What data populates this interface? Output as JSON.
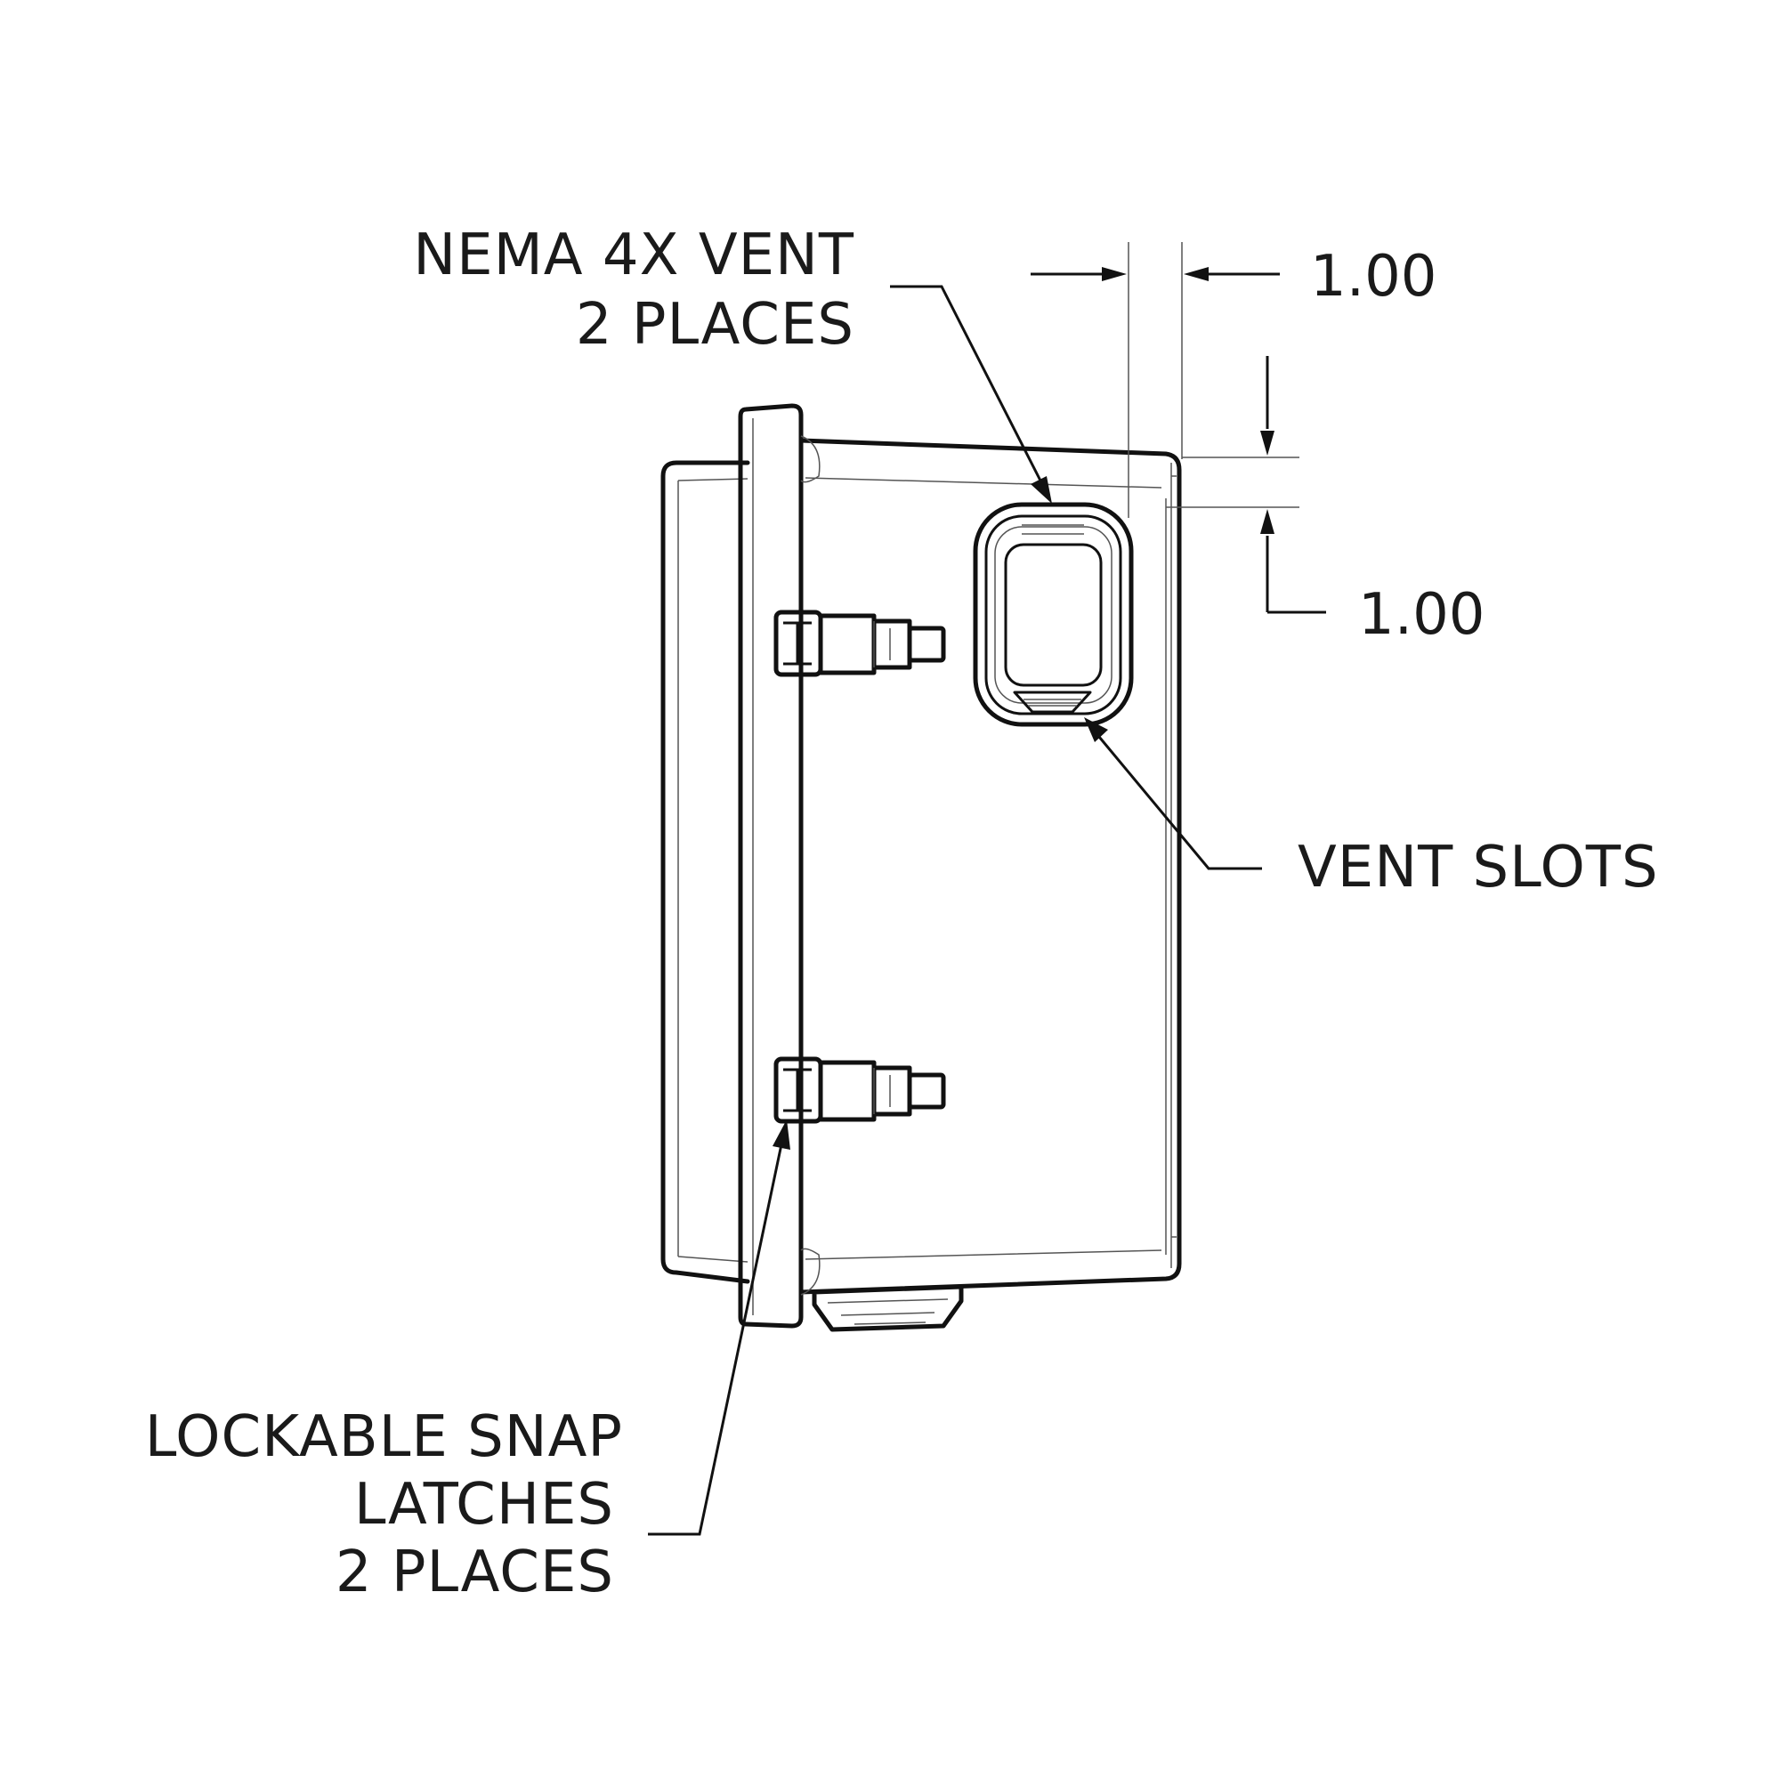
{
  "labels": {
    "nema_vent_line1": "NEMA 4X VENT",
    "nema_vent_line2": "2 PLACES",
    "vent_slots": "VENT SLOTS",
    "latches_line1": "LOCKABLE SNAP",
    "latches_line2": "LATCHES",
    "latches_line3": "2 PLACES"
  },
  "dimensions": {
    "horizontal": "1.00",
    "vertical": "1.00"
  },
  "colors": {
    "line": "#111111",
    "background": "#ffffff"
  }
}
